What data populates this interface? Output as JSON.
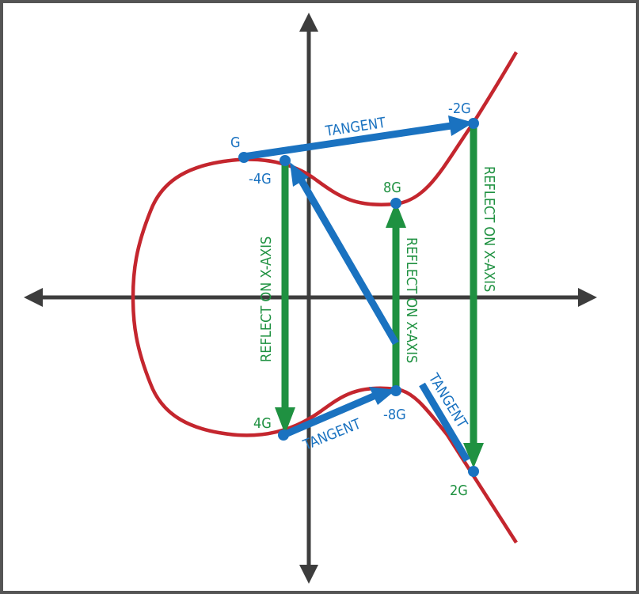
{
  "colors": {
    "frame": "#555555",
    "axis": "#3d3d3d",
    "curve": "#c4262e",
    "blue": "#1a72c0",
    "green": "#1f9141",
    "background": "#ffffff"
  },
  "labels": {
    "g": "G",
    "neg_2g": "-2G",
    "neg_4g": "-4G",
    "g8": "8G",
    "g4": "4G",
    "neg_8g": "-8G",
    "g2": "2G",
    "tangent_top": "TANGENT",
    "tangent_bottom": "TANGENT",
    "tangent_right": "TANGENT",
    "reflect_left": "REFLECT ON X-AXIS",
    "reflect_mid": "REFLECT ON X-AXIS",
    "reflect_right": "REFLECT ON X-AXIS"
  }
}
